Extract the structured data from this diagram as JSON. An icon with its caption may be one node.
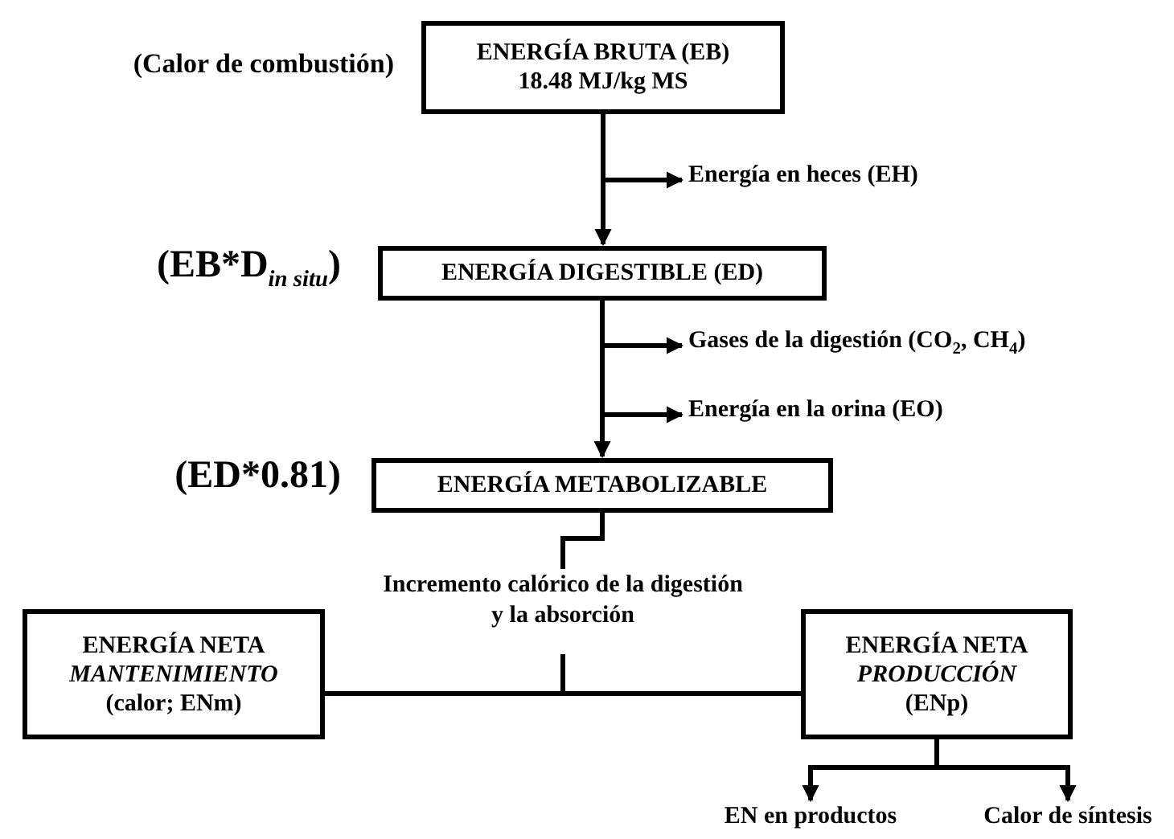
{
  "diagram": {
    "nodes": [
      {
        "text": [
          "ENERGÍA BRUTA (EB)",
          "18.48 MJ/kg MS"
        ],
        "beside": [
          "(Calor de combustión)"
        ]
      },
      {
        "text": [
          "Energía en heces (EH)"
        ]
      },
      {
        "text": [
          "ENERGÍA DIGESTIBLE (ED)"
        ],
        "beside": [
          "(EB*D$_{in situ}$)"
        ]
      },
      {
        "text": [
          "Gases de la digestión (CO$_{2}$, CH$_{4}$)"
        ]
      },
      {
        "text": [
          "Energía en la orina (EO)"
        ]
      },
      {
        "text": [
          "ENERGÍA METABOLIZABLE"
        ],
        "beside": [
          "(ED*0.81)"
        ]
      },
      {
        "text": [
          "Incremento calórico de la digestión y la absorción"
        ]
      },
      {
        "text": [
          "ENERGÍA NETA",
          "MANTENIMIENTO",
          "(calor; ENm)"
        ]
      },
      {
        "text": [
          "ENERGÍA NETA",
          "PRODUCCIÓN",
          "(ENp)"
        ]
      },
      {
        "text": [
          "EN en productos"
        ]
      },
      {
        "text": [
          "Calor de síntesis"
        ]
      }
    ],
    "edges": [
      {
        "from": 0,
        "to": 2,
        "arrow": "to"
      },
      {
        "from": 0,
        "to": 1,
        "arrow": "to"
      },
      {
        "from": 2,
        "to": 5,
        "arrow": "to"
      },
      {
        "from": 2,
        "to": 3,
        "arrow": "to"
      },
      {
        "from": 2,
        "to": 4,
        "arrow": "to"
      },
      {
        "from": 5,
        "to": 6,
        "arrow": "none"
      },
      {
        "from": 6,
        "to": 7,
        "arrow": "none"
      },
      {
        "from": 6,
        "to": 8,
        "arrow": "none"
      },
      {
        "from": 8,
        "to": 9,
        "arrow": "to"
      },
      {
        "from": 8,
        "to": 10,
        "arrow": "to"
      }
    ]
  }
}
